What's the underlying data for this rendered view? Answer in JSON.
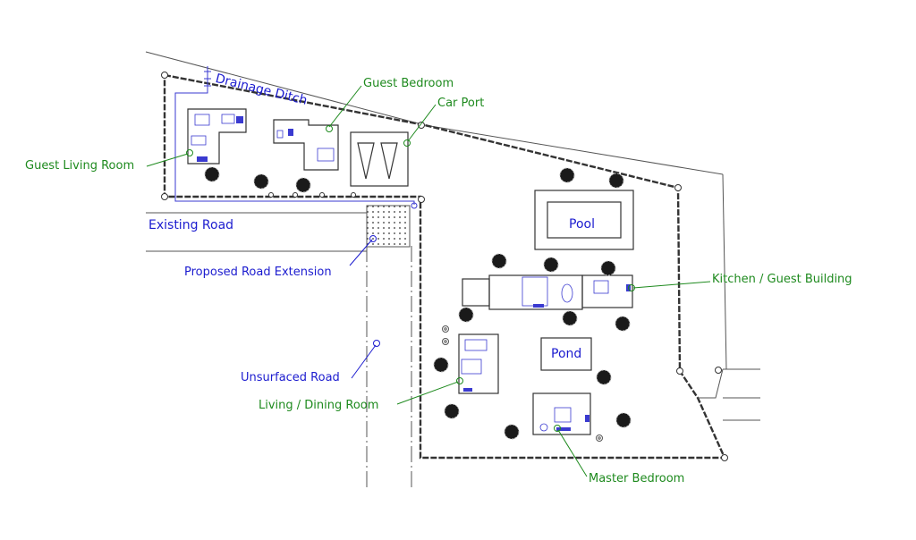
{
  "colors": {
    "callout_green": "#1e8a1e",
    "label_blue": "#1c1ccf",
    "linework": "#3a3a3a",
    "tree_fill": "#1a1a1a"
  },
  "labels": {
    "drainage_ditch": "Drainage Ditch",
    "guest_bedroom": "Guest Bedroom",
    "car_port": "Car Port",
    "guest_living_room": "Guest Living Room",
    "existing_road": "Existing Road",
    "proposed_road_extension": "Proposed Road Extension",
    "unsurfaced_road": "Unsurfaced Road",
    "kitchen_guest_building": "Kitchen / Guest Building",
    "living_dining_room": "Living / Dining Room",
    "master_bedroom": "Master Bedroom",
    "pool": "Pool",
    "pond": "Pond"
  }
}
